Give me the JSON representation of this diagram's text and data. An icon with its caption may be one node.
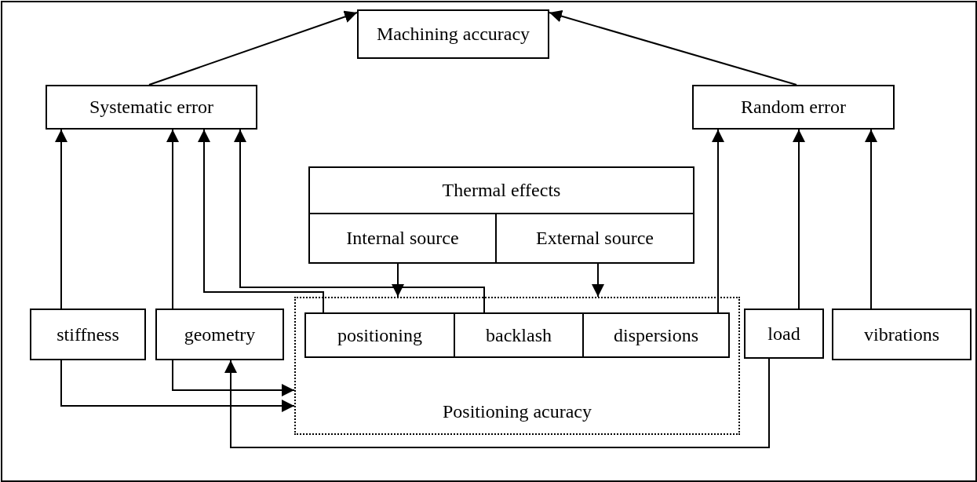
{
  "diagram": {
    "nodes": [
      {
        "text": [
          "Machining accuracy"
        ]
      },
      {
        "text": [
          "Systematic error"
        ]
      },
      {
        "text": [
          "Random error"
        ]
      },
      {
        "text": [
          "Thermal effects"
        ]
      },
      {
        "text": [
          "Internal source"
        ],
        "in": 3
      },
      {
        "text": [
          "External source"
        ],
        "in": 3
      },
      {
        "text": [
          "Positioning acuracy"
        ]
      },
      {
        "text": [
          "positioning"
        ],
        "in": 6
      },
      {
        "text": [
          "backlash"
        ],
        "in": 6
      },
      {
        "text": [
          "dispersions"
        ],
        "in": 6
      },
      {
        "text": [
          "stiffness"
        ]
      },
      {
        "text": [
          "geometry"
        ]
      },
      {
        "text": [
          "load"
        ]
      },
      {
        "text": [
          "vibrations"
        ]
      }
    ],
    "edges": [
      {
        "from": 1,
        "to": 0,
        "arrow": "to"
      },
      {
        "from": 2,
        "to": 0,
        "arrow": "to"
      },
      {
        "from": 10,
        "to": 1,
        "arrow": "to"
      },
      {
        "from": 11,
        "to": 1,
        "arrow": "to"
      },
      {
        "from": 7,
        "to": 1,
        "arrow": "to"
      },
      {
        "from": 8,
        "to": 1,
        "arrow": "to"
      },
      {
        "from": 9,
        "to": 2,
        "arrow": "to"
      },
      {
        "from": 12,
        "to": 2,
        "arrow": "to"
      },
      {
        "from": 13,
        "to": 2,
        "arrow": "to"
      },
      {
        "from": 4,
        "to": 6,
        "arrow": "to"
      },
      {
        "from": 5,
        "to": 6,
        "arrow": "to"
      },
      {
        "from": 11,
        "to": 6,
        "arrow": "to"
      },
      {
        "from": 10,
        "to": 6,
        "arrow": "to"
      },
      {
        "from": 12,
        "to": 11,
        "arrow": "to"
      }
    ]
  }
}
